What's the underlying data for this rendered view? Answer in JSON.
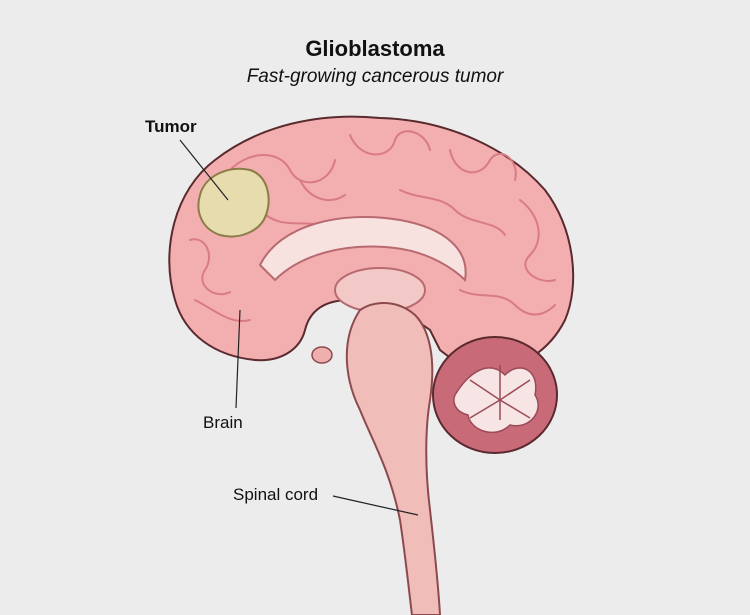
{
  "figure": {
    "title": "Glioblastoma",
    "subtitle": "Fast-growing cancerous tumor"
  },
  "labels": {
    "tumor": "Tumor",
    "brain": "Brain",
    "spinal_cord": "Spinal cord"
  },
  "colors": {
    "background": "#ececec",
    "brain": "#f3aeb0",
    "brain_shadow": "#d97b82",
    "tumor": "#e6dcae",
    "cerebellum": "#c86a78",
    "brainstem": "#f0bdb9",
    "outline": "#5a2a2e"
  }
}
